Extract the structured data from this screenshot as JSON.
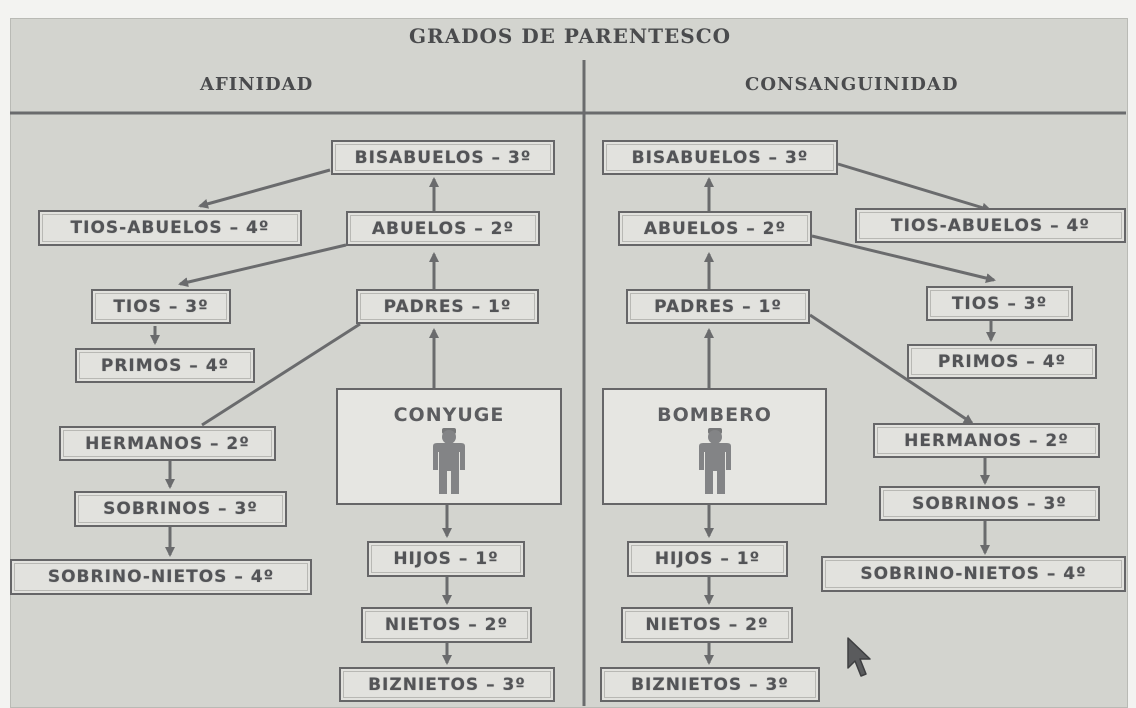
{
  "title": "GRADOS DE PARENTESCO",
  "sections": {
    "left": "AFINIDAD",
    "right": "CONSANGUINIDAD"
  },
  "left": {
    "bisabuelos": "BISABUELOS – 3º",
    "tios_abuelos": "TIOS-ABUELOS – 4º",
    "abuelos": "ABUELOS – 2º",
    "tios": "TIOS – 3º",
    "padres": "PADRES – 1º",
    "primos": "PRIMOS – 4º",
    "ego": "CONYUGE",
    "hermanos": "HERMANOS – 2º",
    "sobrinos": "SOBRINOS – 3º",
    "sobrino_nietos": "SOBRINO-NIETOS – 4º",
    "hijos": "HIJOS – 1º",
    "nietos": "NIETOS – 2º",
    "biznietos": "BIZNIETOS – 3º"
  },
  "right": {
    "bisabuelos": "BISABUELOS – 3º",
    "abuelos": "ABUELOS – 2º",
    "tios_abuelos": "TIOS-ABUELOS – 4º",
    "padres": "PADRES – 1º",
    "tios": "TIOS – 3º",
    "primos": "PRIMOS – 4º",
    "ego": "BOMBERO",
    "hermanos": "HERMANOS – 2º",
    "sobrinos": "SOBRINOS – 3º",
    "sobrino_nietos": "SOBRINO-NIETOS – 4º",
    "hijos": "HIJOS – 1º",
    "nietos": "NIETOS – 2º",
    "biznietos": "BIZNIETOS – 3º"
  },
  "icons": {
    "person": "person-icon",
    "cursor": "mouse-cursor-icon"
  },
  "colors": {
    "panel": "#d3d4cf",
    "box": "#e2e2de",
    "line": "#6a6b6d",
    "text": "#535457"
  }
}
